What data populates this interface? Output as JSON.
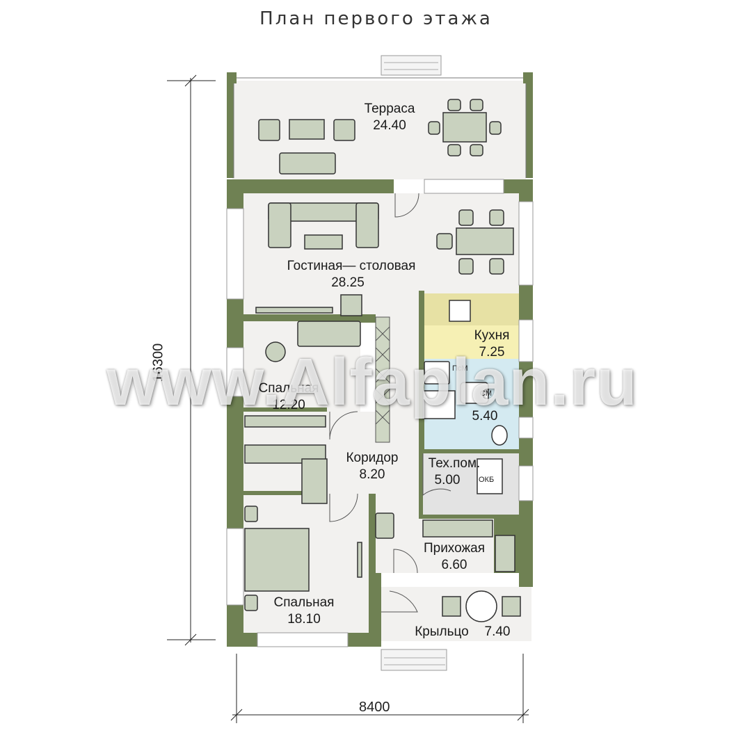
{
  "title": "План первого этажа",
  "rooms": {
    "terrace": {
      "name": "Терраса",
      "area": "24.40"
    },
    "living": {
      "name": "Гостиная— столовая",
      "area": "28.25"
    },
    "kitchen": {
      "name": "Кухня",
      "area": "7.25"
    },
    "bedroom1": {
      "name": "Спальная",
      "area": "12.20"
    },
    "bathroom": {
      "name": "",
      "area": "5.40"
    },
    "corridor": {
      "name": "Коридор",
      "area": "8.20"
    },
    "tech": {
      "name": "Тех.пом.",
      "area": "5.00"
    },
    "hall": {
      "name": "Прихожая",
      "area": "6.60"
    },
    "bedroom2": {
      "name": "Спальная",
      "area": "18.10"
    },
    "porch": {
      "name": "Крыльцо",
      "area": "7.40"
    }
  },
  "dimensions": {
    "width": "8400",
    "height": "16300"
  },
  "equipment": {
    "boiler_label": "ОКБ",
    "pm_label": "ПсМ",
    "sm_label": "СМ"
  },
  "watermark": "www.Alfaplan.ru",
  "colors": {
    "wall": "#6f8153",
    "floor": "#f2f1ef",
    "kitchen": "#f6f0b4",
    "kitchen_counter": "#e7e1a4",
    "bathroom": "#d4eaf1",
    "tech": "#e3e3e3",
    "furniture": "#c9d2bf"
  }
}
